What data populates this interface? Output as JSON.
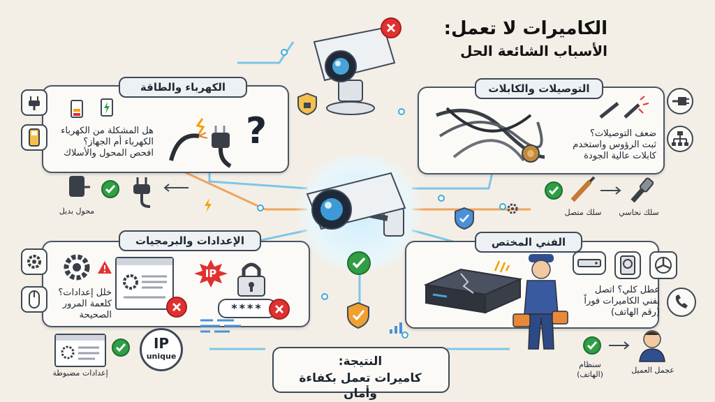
{
  "title": {
    "line1": "الكاميرات لا تعمل:",
    "line2": "الأسباب الشائعة الحل"
  },
  "power": {
    "label": "الكهرباء والطاقة",
    "text": [
      "هل المشكلة من الكهرباء",
      "الكهرباء أم الجهاز؟",
      "افحص المحول والأسلاك"
    ],
    "caption": "محول بديل"
  },
  "connections": {
    "label": "التوصيلات والكابلات",
    "text": [
      "ضعف التوصيلات؟",
      "ثبت الرؤوس واستخدم",
      "كابلات عالية الجودة"
    ],
    "caption_left": "سلك متصل",
    "caption_right": "سلك نحاسي"
  },
  "settings": {
    "label": "الإعدادات والبرمجيات",
    "text": [
      "خلل إعدادات؟",
      "كلعمة المرور",
      "الصحيحة"
    ],
    "password": "****",
    "ip_badge": "IP",
    "ip_unique_top": "IP",
    "ip_unique_bottom": "unique",
    "caption": "إعدادات مضبوطة"
  },
  "technician": {
    "label": "الفني المختص",
    "text": [
      "عطل كلي؟ اتصل",
      "بفني الكاميرات فوراً",
      "(رقم الهاتف)"
    ],
    "caption_left": [
      "سنظام",
      "(الهاتف)"
    ],
    "caption_right": "عجمل العميل"
  },
  "result": {
    "line1": "النتيجة:",
    "line2": "كاميرات تعمل بكفاءة وأمان"
  },
  "colors": {
    "blue": "#3fa9d8",
    "orange": "#e8893a",
    "green": "#2f9e44",
    "red": "#e03131",
    "outline": "#3e4856"
  }
}
